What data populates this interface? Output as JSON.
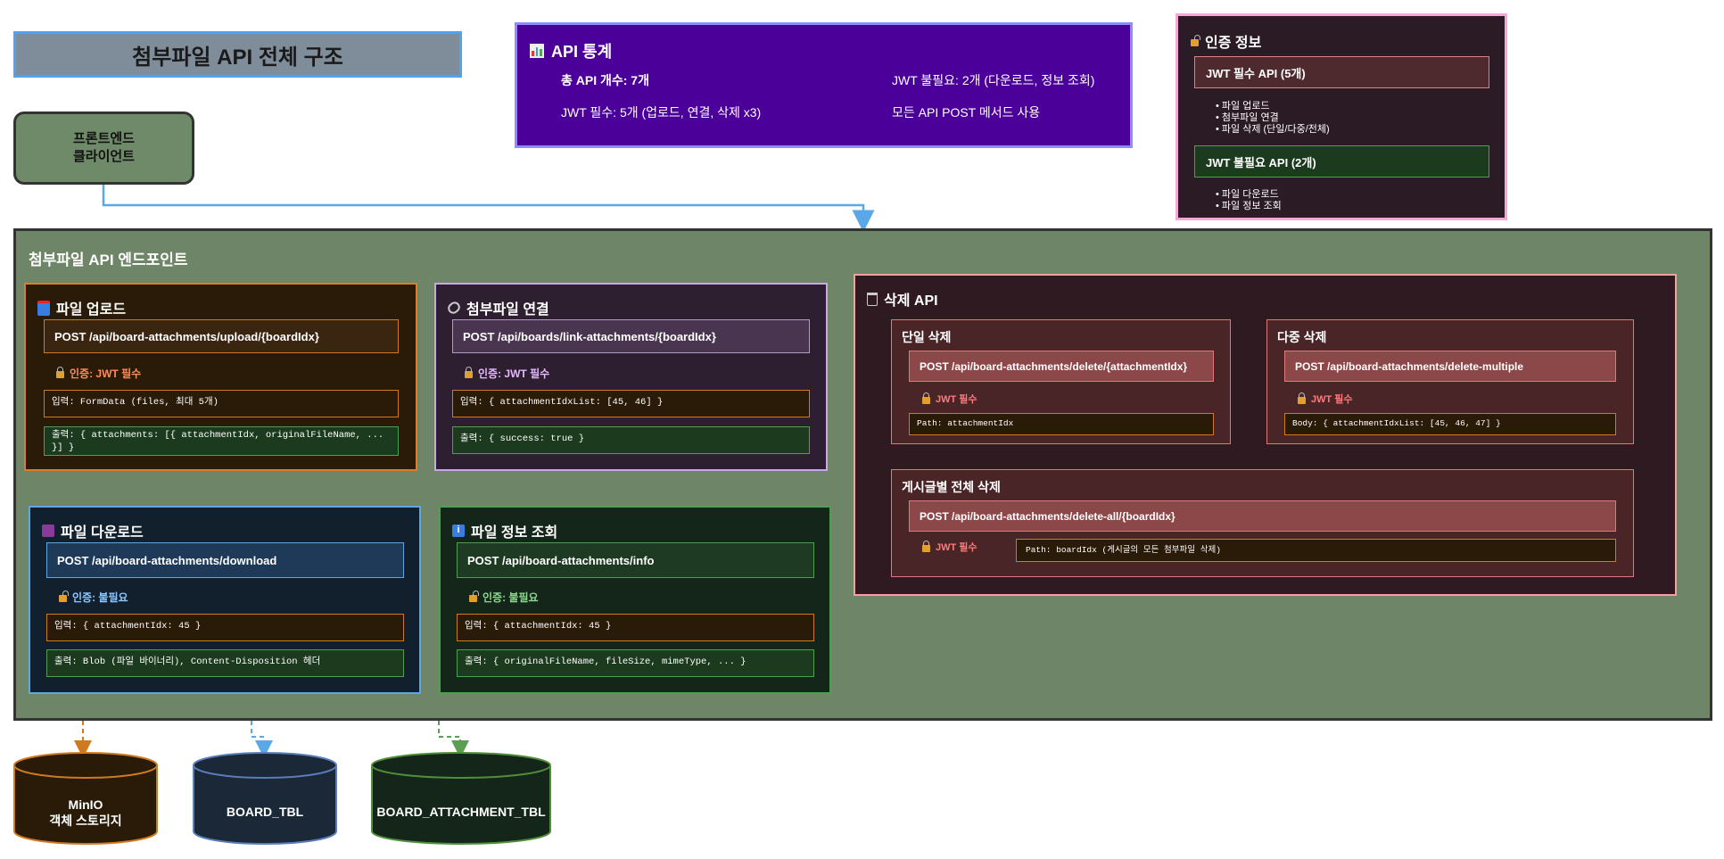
{
  "title": "첨부파일 API 전체 구조",
  "stats": {
    "header": "API 통계",
    "total": "총 API 개수: 7개",
    "jwt_required": "JWT 필수: 5개 (업로드, 연결, 삭제 x3)",
    "jwt_not_required": "JWT 불필요: 2개 (다운로드, 정보 조회)",
    "post_all": "모든 API POST 메서드 사용"
  },
  "auth_info": {
    "header": "인증 정보",
    "required_box": "JWT 필수 API (5개)",
    "required_items": [
      "• 파일 업로드",
      "• 첨부파일 연결",
      "• 파일 삭제 (단일/다중/전체)"
    ],
    "not_required_box": "JWT 불필요 API (2개)",
    "not_required_items": [
      "• 파일 다운로드",
      "• 파일 정보 조회"
    ]
  },
  "frontend": "프론트엔드\n클라이언트",
  "main_title": "첨부파일 API 엔드포인트",
  "upload": {
    "title": "파일 업로드",
    "endpoint": "POST /api/board-attachments/upload/{boardIdx}",
    "auth": "인증: JWT 필수",
    "input": "입력: FormData (files, 최대 5개)",
    "output": "출력: { attachments: [{ attachmentIdx, originalFileName, ... }] }"
  },
  "link": {
    "title": "첨부파일 연결",
    "endpoint": "POST /api/boards/link-attachments/{boardIdx}",
    "auth": "인증: JWT 필수",
    "input": "입력: { attachmentIdxList: [45, 46] }",
    "output": "출력: { success: true }"
  },
  "download": {
    "title": "파일 다운로드",
    "endpoint": "POST /api/board-attachments/download",
    "auth": "인증: 불필요",
    "input": "입력: { attachmentIdx: 45 }",
    "output": "출력: Blob (파일 바이너리), Content-Disposition 헤더"
  },
  "info": {
    "title": "파일 정보 조회",
    "endpoint": "POST /api/board-attachments/info",
    "auth": "인증: 불필요",
    "input": "입력: { attachmentIdx: 45 }",
    "output": "출력: { originalFileName, fileSize, mimeType, ... }"
  },
  "delete": {
    "title": "삭제 API",
    "single": {
      "title": "단일 삭제",
      "endpoint": "POST /api/board-attachments/delete/{attachmentIdx}",
      "auth": "JWT 필수",
      "param": "Path: attachmentIdx"
    },
    "multi": {
      "title": "다중 삭제",
      "endpoint": "POST /api/board-attachments/delete-multiple",
      "auth": "JWT 필수",
      "param": "Body: { attachmentIdxList: [45, 46, 47] }"
    },
    "all": {
      "title": "게시글별 전체 삭제",
      "endpoint": "POST /api/board-attachments/delete-all/{boardIdx}",
      "auth": "JWT 필수",
      "param": "Path: boardIdx (게시글의 모든 첨부파일 삭제)"
    }
  },
  "databases": {
    "minio": "MinIO\n객체 스토리지",
    "board": "BOARD_TBL",
    "attachment": "BOARD_ATTACHMENT_TBL"
  },
  "colors": {
    "upload_border": "#e07b2a",
    "link_border": "#c9a8e8",
    "download_border": "#5aa8e8",
    "info_border": "#4f9f53",
    "delete_border": "#f5a0a0"
  }
}
